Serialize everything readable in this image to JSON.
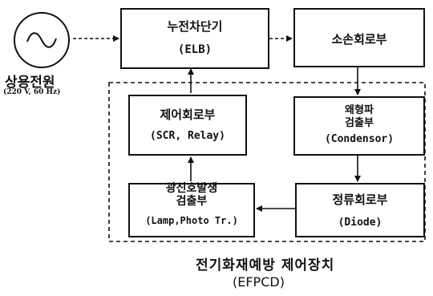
{
  "source": {
    "icon": "ac-source-icon",
    "label": "상용전원",
    "spec": "(220 V, 60 Hz)"
  },
  "blocks": {
    "elb": {
      "name": "누전차단기",
      "sub": "(ELB)"
    },
    "extinguish": {
      "name": "소손회로부"
    },
    "control": {
      "name": "제어회로부",
      "sub": "(SCR, Relay)"
    },
    "distortion": {
      "name1": "왜형파",
      "name2": "검출부",
      "sub": "(Condensor)"
    },
    "optical": {
      "name1": "광신호발생",
      "name2": "검출부",
      "sub": "(Lamp,Photo Tr.)"
    },
    "rectifier": {
      "name": "정류회로부",
      "sub": "(Diode)"
    }
  },
  "device": {
    "title": "전기화재예방 제어장치",
    "abbr": "(EFPCD)"
  }
}
